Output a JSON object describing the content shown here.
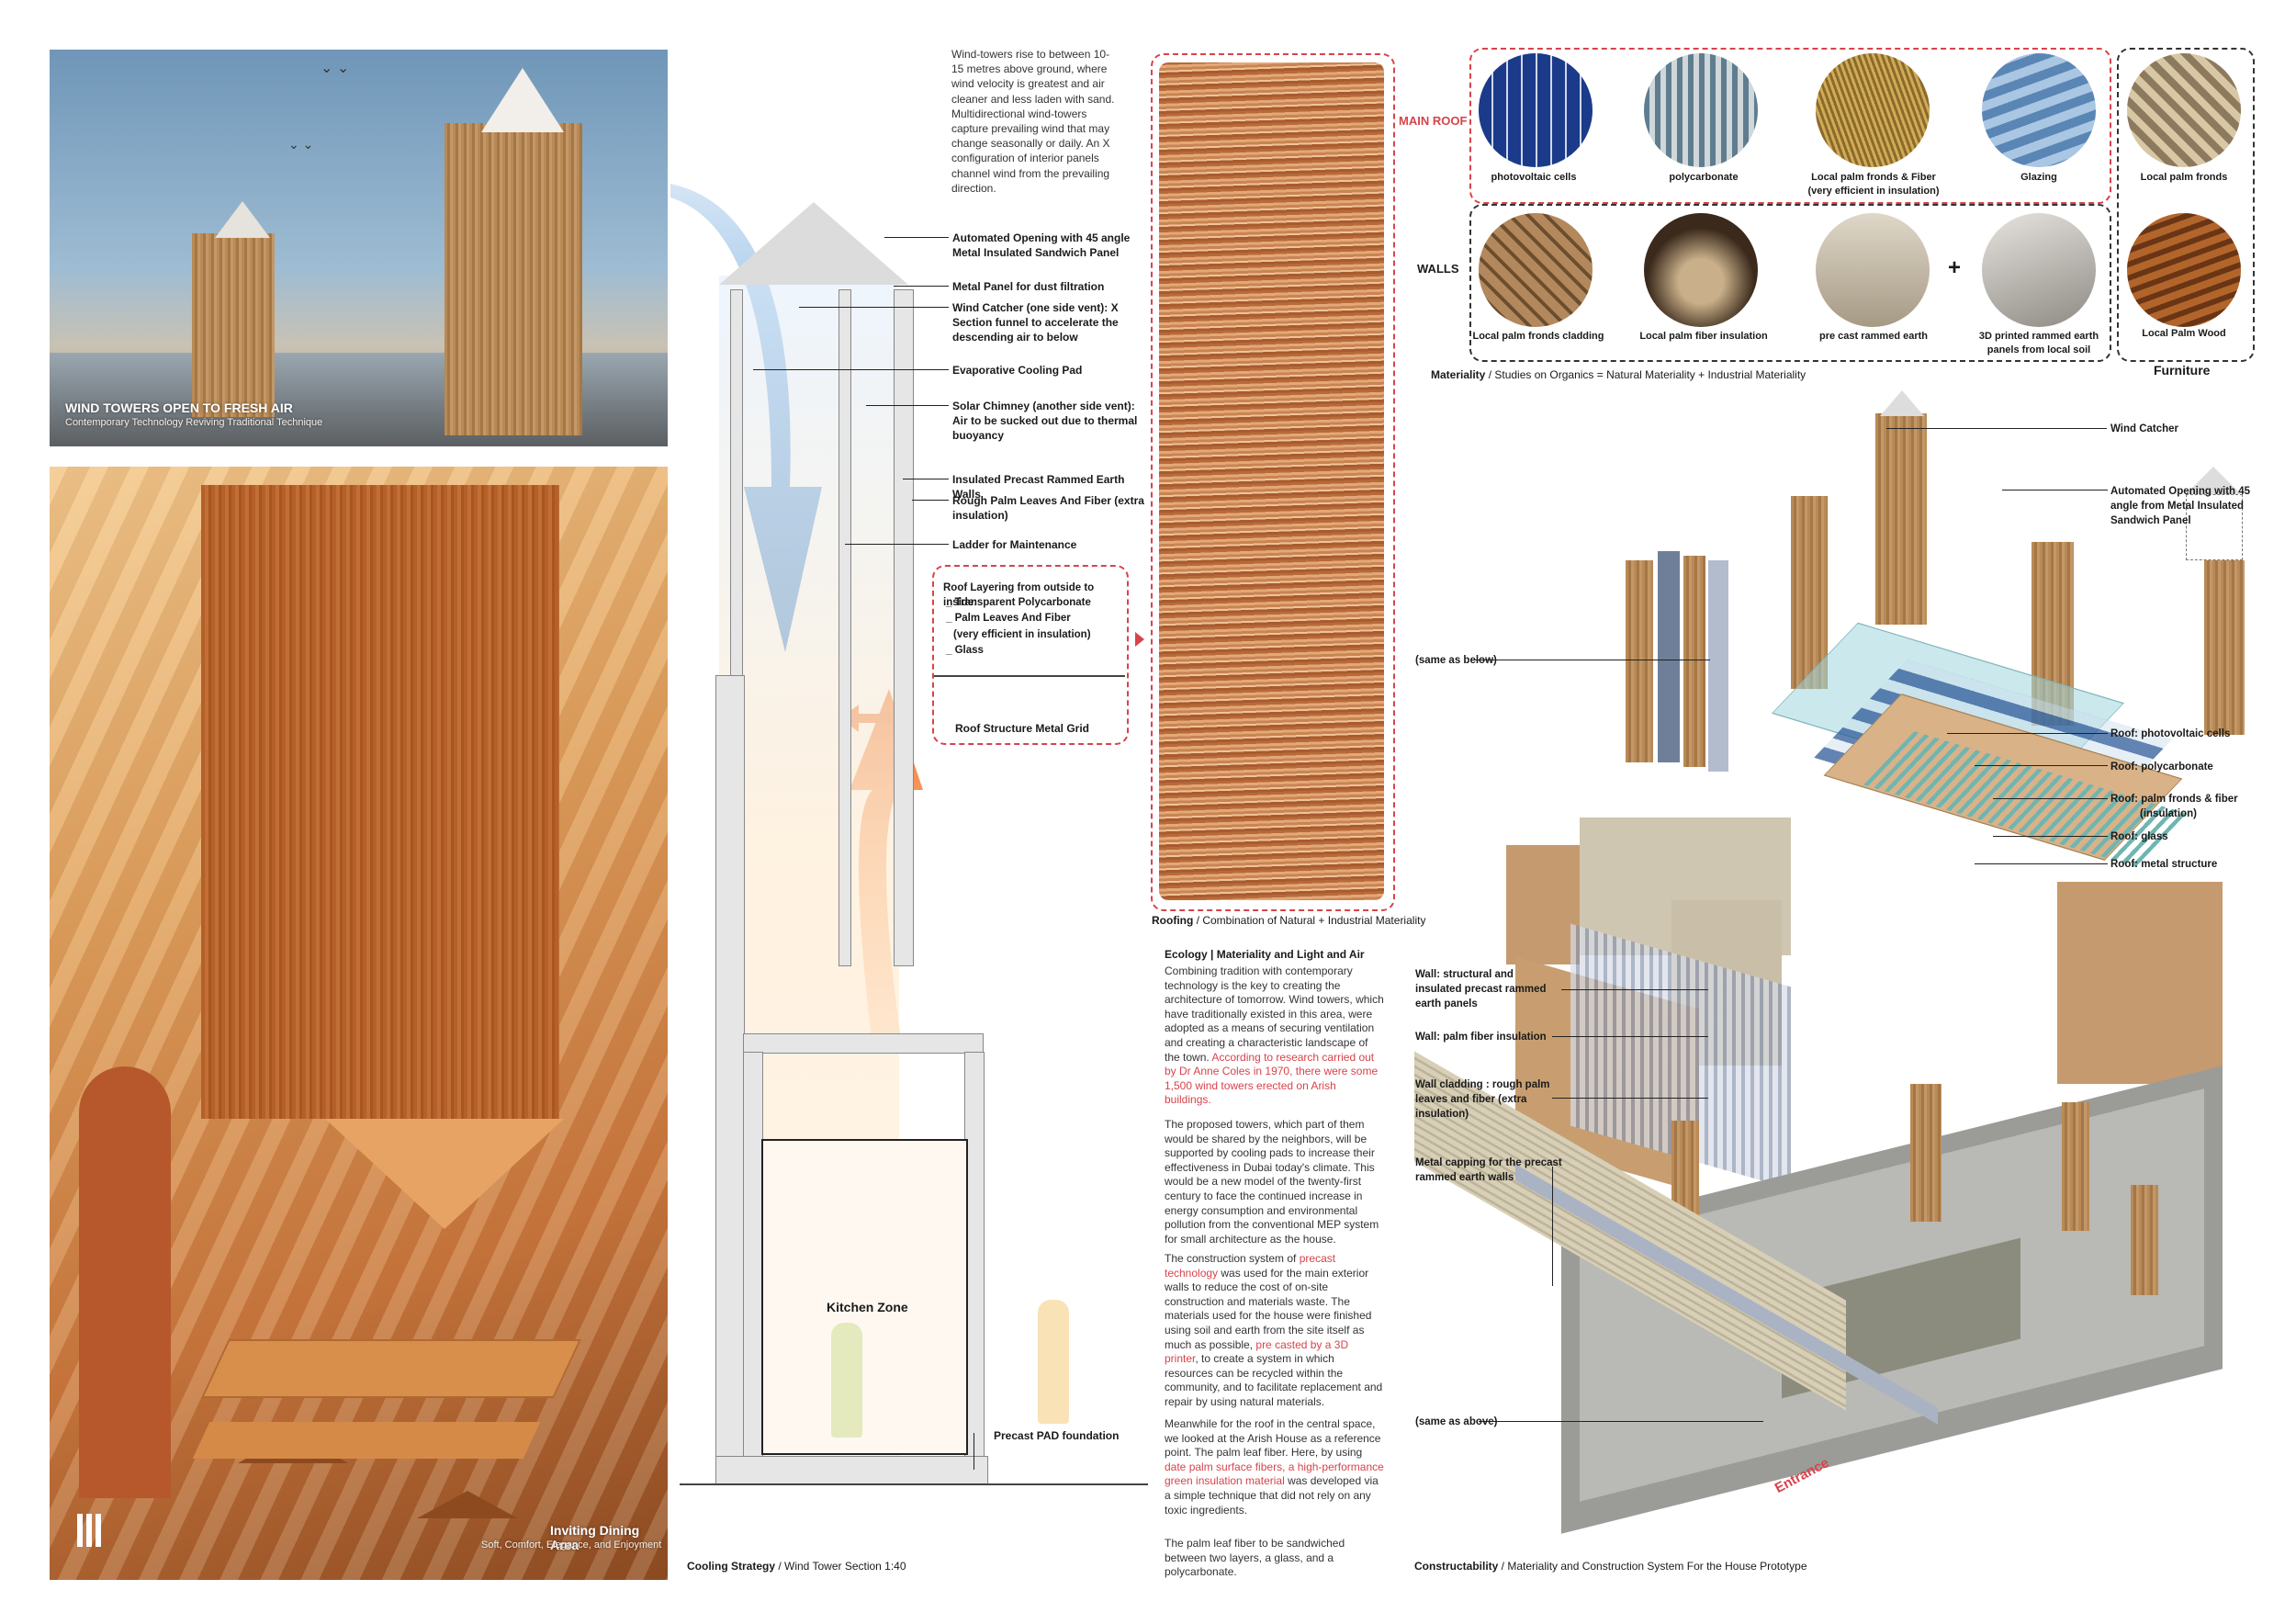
{
  "photos": {
    "top_title": "WIND TOWERS OPEN TO FRESH AIR",
    "top_subtitle": "Contemporary Technology Reviving Traditional Technique",
    "bottom_title": "Inviting Dining Area",
    "bottom_subtitle": "Soft, Comfort, Elegance, and Enjoyment"
  },
  "section": {
    "intro": "Wind-towers rise to between 10-15 metres above ground, where wind velocity is greatest and air cleaner and less laden with sand. Multidirectional wind-towers capture prevailing wind that may change seasonally or daily. An X configuration of interior panels channel wind from the prevailing direction.",
    "labels": [
      "Automated Opening with 45 angle Metal Insulated Sandwich Panel",
      "Metal Panel for dust filtration",
      "Wind Catcher (one side vent): X Section funnel to accelerate the descending air to below",
      "Evaporative Cooling Pad",
      "Solar Chimney (another side vent): Air to be sucked out due to thermal buoyancy",
      "Insulated Precast Rammed Earth Walls",
      "Rough Palm Leaves And Fiber (extra insulation)",
      "Ladder for Maintenance"
    ],
    "roof_layering_title": "Roof Layering from outside to inside:",
    "roof_layers": [
      "_ Transparent Polycarbonate",
      "_ Palm Leaves And Fiber",
      "(very efficient in insulation)",
      "_ Glass"
    ],
    "roof_structure": "Roof Structure Metal Grid",
    "kitchen": "Kitchen Zone",
    "foundation": "Precast PAD foundation",
    "footer_bold": "Cooling Strategy",
    "footer_text": " / Wind Tower Section 1:40"
  },
  "roofing": {
    "footer_bold": "Roofing",
    "footer_text": " / Combination of Natural + Industrial Materiality"
  },
  "ecology": {
    "title": "Ecology | Materiality and Light and Air",
    "p1": "Combining tradition with contemporary technology is the key to creating the architecture of tomorrow. Wind towers, which have traditionally existed in this area, were adopted as a means of securing ventilation and creating a characteristic landscape of the town.",
    "p1_red": " According to research carried out by Dr Anne Coles in 1970, there were some 1,500 wind towers erected on Arish buildings.",
    "p2": "The proposed towers, which part of them would be shared by the neighbors, will be supported by cooling pads to increase their effectiveness in Dubai today's climate. This would be a new model of the twenty-first century to face the continued increase in energy consumption and environmental pollution from the conventional MEP system for small architecture as the house.",
    "p3a": "The construction system of ",
    "p3_red1": "precast technology",
    "p3b": " was used for the main exterior walls to reduce the cost of on-site construction and materials waste. The materials used for the house were finished using soil and earth from the site itself as much as possible, ",
    "p3_red2": "pre casted by a 3D printer",
    "p3c": ", to create a system in which resources can be recycled within the community, and to facilitate replacement and repair by using natural materials.",
    "p4a": "Meanwhile for the roof in the central space, we looked at the Arish House as a reference point. The palm leaf fiber. Here, by using ",
    "p4_red": "date palm surface fibers, a high-performance green insulation material",
    "p4b": " was developed via a simple technique that did not rely on any toxic ingredients.",
    "p5": "The palm leaf fiber to be sandwiched between two layers, a glass, and a polycarbonate."
  },
  "materials": {
    "main_roof_label": "MAIN ROOF",
    "walls_label": "WALLS",
    "plus": "+",
    "roof_items": [
      "photovoltaic cells",
      "polycarbonate",
      "Local palm fronds & Fiber",
      "(very efficient in insulation)",
      "Glazing"
    ],
    "wall_items": [
      "Local palm fronds cladding",
      "Local palm fiber insulation",
      "pre cast rammed earth",
      "3D printed rammed earth",
      "panels from local soil"
    ],
    "furniture_items": [
      "Local palm fronds",
      "Local Palm Wood"
    ],
    "furniture_label": "Furniture",
    "footer_bold": "Materiality",
    "footer_text": " / Studies on Organics = Natural Materiality + Industrial Materiality"
  },
  "axo": {
    "labels": {
      "wind_catcher": "Wind Catcher",
      "auto_opening": "Automated Opening with 45 angle from Metal Insulated Sandwich Panel",
      "same_below": "(same as below)",
      "roof_pv": "Roof: photovoltaic cells",
      "roof_poly": "Roof: polycarbonate",
      "roof_palm": "Roof: palm fronds & fiber",
      "roof_palm2": "(insulation)",
      "roof_glass": "Roof: glass",
      "roof_metal": "Roof: metal structure",
      "wall_struct": "Wall: structural and insulated precast rammed earth panels",
      "wall_fiber": "Wall: palm fiber insulation",
      "wall_cladding": "Wall cladding : rough palm leaves and fiber (extra insulation)",
      "metal_capping": "Metal capping for the precast rammed earth walls",
      "same_above": "(same as above)",
      "entrance": "Entrance"
    },
    "footer_bold": "Constructability",
    "footer_text": " / Materiality and Construction System For the House Prototype"
  }
}
